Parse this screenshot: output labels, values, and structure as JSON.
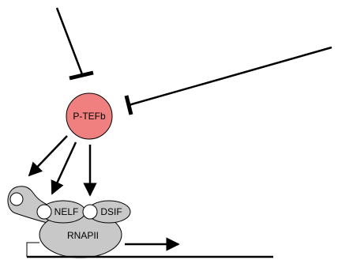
{
  "labels": {
    "ptefb": "P-TEFb",
    "nelf": "NELF",
    "dsif": "DSIF",
    "rnapii": "RNAPII"
  },
  "colors": {
    "ptefb_fill": "#f08080",
    "protein_fill": "#c8c8c8",
    "outline": "#000000",
    "background": "#ffffff"
  }
}
